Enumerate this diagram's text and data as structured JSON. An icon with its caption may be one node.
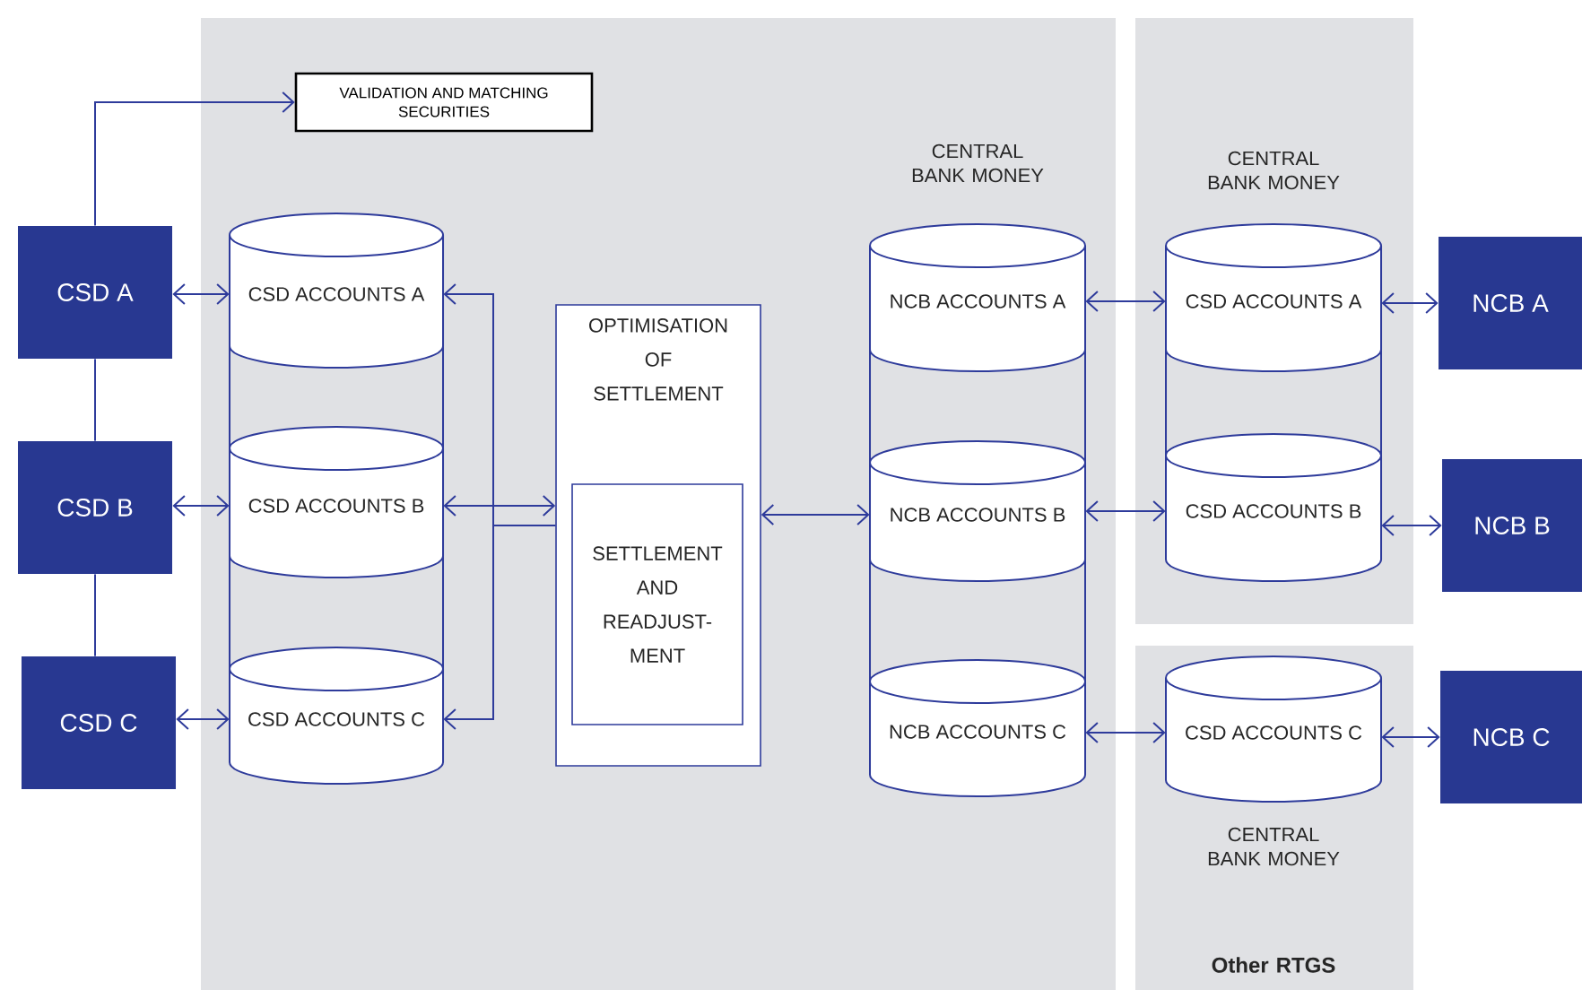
{
  "diagram": {
    "nodes": [
      {
        "text": [],
        "shape": "box"
      },
      {
        "text": [
          "CENTRAL BANK MONEY"
        ]
      },
      {
        "text": [
          "CENTRAL BANK MONEY",
          "Other RTGS"
        ]
      },
      {
        "text": [
          "VALIDATION AND MATCHING SECURITIES"
        ],
        "in": 0
      },
      {
        "text": [
          "CSD A"
        ]
      },
      {
        "text": [
          "CSD B"
        ]
      },
      {
        "text": [
          "CSD C"
        ]
      },
      {
        "text": [],
        "shape": "cylinder",
        "in": 0
      },
      {
        "text": [
          "CSD ACCOUNTS A"
        ],
        "in": 7
      },
      {
        "text": [
          "CSD ACCOUNTS B"
        ],
        "in": 7
      },
      {
        "text": [
          "CSD ACCOUNTS C"
        ],
        "in": 7
      },
      {
        "text": [
          "OPTIMISATION OF SETTLEMENT"
        ],
        "in": 0
      },
      {
        "text": [
          "SETTLEMENT AND READJUST- MENT"
        ],
        "in": 11
      },
      {
        "text": [],
        "shape": "cylinder",
        "in": 0
      },
      {
        "text": [
          "NCB ACCOUNTS A"
        ],
        "in": 13
      },
      {
        "text": [
          "NCB ACCOUNTS B"
        ],
        "in": 13
      },
      {
        "text": [
          "NCB ACCOUNTS C"
        ],
        "in": 13
      },
      {
        "text": [],
        "shape": "cylinder",
        "in": 1
      },
      {
        "text": [
          "CSD ACCOUNTS A"
        ],
        "in": 17
      },
      {
        "text": [
          "CSD ACCOUNTS B"
        ],
        "in": 17
      },
      {
        "text": [
          "CSD ACCOUNTS C"
        ],
        "in": 2
      },
      {
        "text": [
          "NCB A"
        ]
      },
      {
        "text": [
          "NCB B"
        ]
      },
      {
        "text": [
          "NCB C"
        ]
      }
    ],
    "edges": [
      {
        "from": 4,
        "to": 3,
        "arrow": "to"
      },
      {
        "from": 4,
        "to": 5,
        "arrow": "none"
      },
      {
        "from": 5,
        "to": 6,
        "arrow": "none"
      },
      {
        "from": 4,
        "to": 8,
        "arrow": "both"
      },
      {
        "from": 5,
        "to": 9,
        "arrow": "both"
      },
      {
        "from": 6,
        "to": 10,
        "arrow": "both"
      },
      {
        "from": 11,
        "to": 8,
        "arrow": "to"
      },
      {
        "from": 11,
        "to": 9,
        "arrow": "both"
      },
      {
        "from": 11,
        "to": 10,
        "arrow": "to"
      },
      {
        "from": 11,
        "to": 15,
        "arrow": "both"
      },
      {
        "from": 14,
        "to": 18,
        "arrow": "both"
      },
      {
        "from": 15,
        "to": 19,
        "arrow": "both"
      },
      {
        "from": 16,
        "to": 20,
        "arrow": "both"
      },
      {
        "from": 18,
        "to": 21,
        "arrow": "both"
      },
      {
        "from": 19,
        "to": 22,
        "arrow": "both"
      },
      {
        "from": 20,
        "to": 23,
        "arrow": "both"
      }
    ],
    "labels": [
      "CENTRAL BANK MONEY"
    ]
  }
}
